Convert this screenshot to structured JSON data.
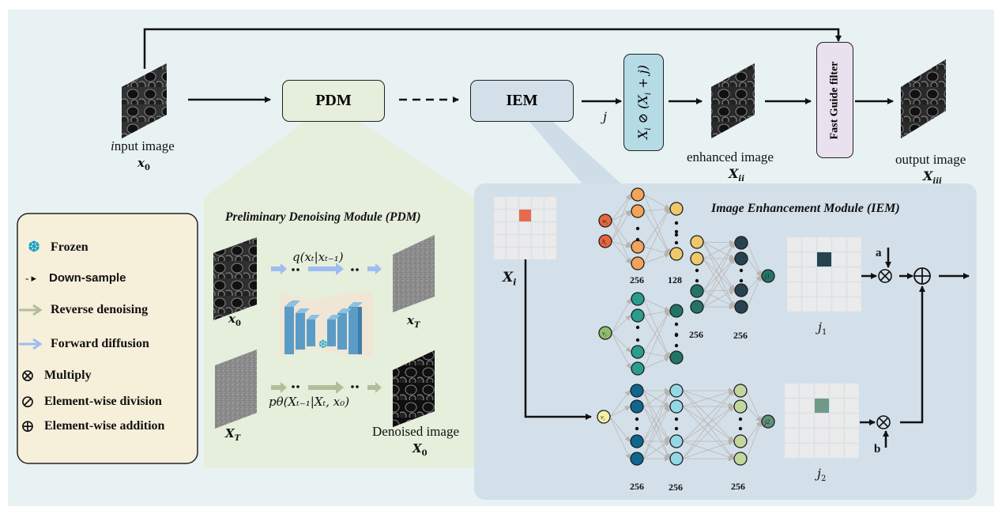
{
  "colors": {
    "background": "#e8f2f3",
    "pdm_box": "#e6eedc",
    "iem_box": "#d3e0ea",
    "legend_box": "#f6f0da",
    "division_box": "#b5dbe5",
    "fgf_box": "#e9e1ee",
    "forward_arrow": "#9dbdf1",
    "reverse_arrow": "#b4bd9a",
    "unet": "#5b9cc7",
    "node_input_wh": "#e8653f",
    "node_orange": "#f3a45a",
    "node_yellow": "#eec96a",
    "node_teal": "#2a9d8f",
    "node_dark_teal": "#237468",
    "node_navy": "#26434f",
    "node_blue": "#0e6691",
    "node_light_blue": "#94d8e6",
    "node_light_green": "#c3d69e",
    "node_vr": "#8dbf6a",
    "node_vi": "#f3f0a6",
    "node_j2": "#5e917a",
    "grid_hi_xi": "#e8694b",
    "grid_hi_j1": "#26434f",
    "grid_hi_j2": "#6e9a87"
  },
  "top_flow": {
    "input_image": {
      "label_prefix": "i",
      "label": "nput image",
      "symbol": "x",
      "sub": "0"
    },
    "pdm_label": "PDM",
    "iem_label": "IEM",
    "j_label": "j",
    "division_formula": {
      "a": "X",
      "a_sub": "i",
      "op": "⊘",
      "rest": "(X",
      "rest_sub": "i",
      "tail": " + j)"
    },
    "enhanced_image": {
      "label": "enhanced image",
      "symbol": "X",
      "sub": "ii"
    },
    "fast_guide_filter": "Fast Guide filter",
    "output_image": {
      "label": "output image",
      "symbol": "X",
      "sub": "iii"
    }
  },
  "legend": {
    "items": [
      {
        "icon": "snowflake-icon",
        "glyph": "❆",
        "label": "Frozen",
        "font": "serif"
      },
      {
        "icon": "dashed-arrow-icon",
        "glyph": "- ▸",
        "label": "Down-sample",
        "font": "sans"
      },
      {
        "icon": "green-arrow-icon",
        "glyph": "→",
        "label": "Reverse denoising",
        "font": "serif"
      },
      {
        "icon": "blue-arrow-icon",
        "glyph": "→",
        "label": "Forward diffusion",
        "font": "serif"
      },
      {
        "icon": "multiply-icon",
        "glyph": "⊗",
        "label": "Multiply",
        "font": "serif"
      },
      {
        "icon": "division-icon",
        "glyph": "⊘",
        "label": "Element-wise division",
        "font": "serif"
      },
      {
        "icon": "addition-icon",
        "glyph": "⊕",
        "label": "Element-wise addition",
        "font": "serif"
      }
    ]
  },
  "pdm_panel": {
    "title": "Preliminary Denoising Module (PDM)",
    "x0": {
      "symbol": "x",
      "sub": "0"
    },
    "xT": {
      "symbol": "x",
      "sub": "T"
    },
    "XT": {
      "symbol": "X",
      "sub": "T"
    },
    "forward_formula": "q(xₜ|xₜ₋₁)",
    "reverse_formula": "pθ(Xₜ₋₁|Xₜ, x₀)",
    "denoised": {
      "label": "Denoised image",
      "symbol": "X",
      "sub": "0"
    },
    "ellipsis": "··"
  },
  "iem_panel": {
    "title": "Image Enhancement Module  (IEM)",
    "xi": {
      "symbol": "X",
      "sub": "i"
    },
    "j1": {
      "symbol": "j",
      "sub": "1"
    },
    "j2": {
      "symbol": "j",
      "sub": "2"
    },
    "a_label": "a",
    "b_label": "b",
    "input_nodes": {
      "w": "w",
      "w_sub": "r",
      "h": "h",
      "h_sub": "r",
      "vr": "v",
      "vr_sub": "r",
      "vi": "v",
      "vi_sub": "i",
      "j1": "j1",
      "j2": "j2"
    },
    "layer_sizes": {
      "top_1": "256",
      "top_2": "128",
      "merge_1": "256",
      "merge_2": "256",
      "bottom_1": "256",
      "bottom_2": "256",
      "bottom_3": "256"
    }
  }
}
